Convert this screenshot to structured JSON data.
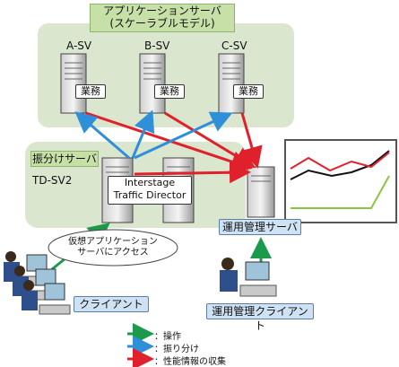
{
  "app_server_group": {
    "title_line1": "アプリケーションサーバ",
    "title_line2": "(スケーラブルモデル)",
    "servers": [
      {
        "name": "A-SV",
        "task_label": "業務"
      },
      {
        "name": "B-SV",
        "task_label": "業務"
      },
      {
        "name": "C-SV",
        "task_label": "業務"
      }
    ]
  },
  "dispatcher": {
    "section_label": "振分けサーバ",
    "host_name": "TD-SV2",
    "product_line1": "Interstage",
    "product_line2": "Traffic Director"
  },
  "clients": {
    "callout_line1": "仮想アプリケーション",
    "callout_line2": "サーバにアクセス",
    "label": "クライアント"
  },
  "ops_server": {
    "label": "運用管理サーバ"
  },
  "ops_client": {
    "label": "運用管理クライアント"
  },
  "legend": [
    {
      "color": "#1a9a4a",
      "text": "：操作"
    },
    {
      "color": "#2f8fd8",
      "text": "：振り分け"
    },
    {
      "color": "#e0202a",
      "text": "：性能情報の収集"
    }
  ],
  "colors": {
    "panel": "#dbe6cf",
    "title_box": "#c6e0a8",
    "label_box": "#cfe2f3",
    "green_arrow": "#1a9a4a",
    "blue_arrow": "#2f8fd8",
    "red_arrow": "#e0202a"
  }
}
